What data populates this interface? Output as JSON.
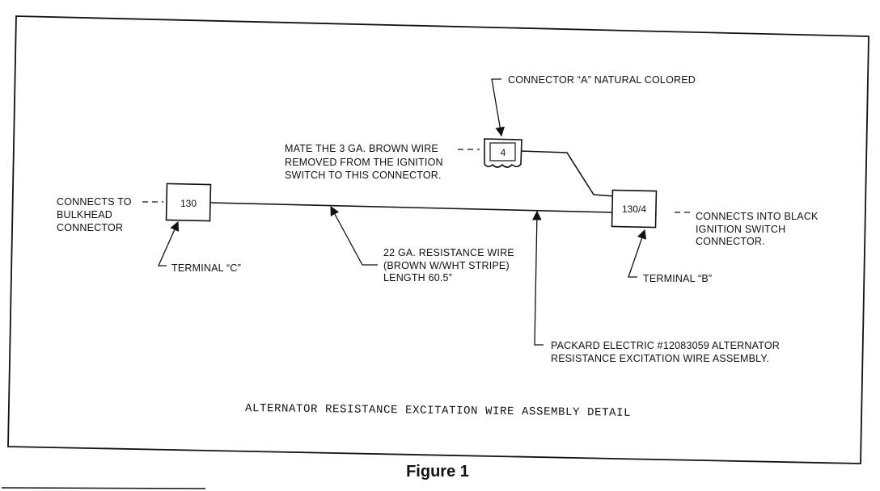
{
  "boxes": {
    "connector_c": "130",
    "connector_b": "130/4",
    "connector_a": "4"
  },
  "labels": {
    "connector_a": [
      "CONNECTOR “A” NATURAL COLORED"
    ],
    "mate_wire": [
      "MATE THE 3 GA. BROWN WIRE",
      "REMOVED FROM THE IGNITION",
      "SWITCH TO THIS CONNECTOR."
    ],
    "bulkhead": [
      "CONNECTS TO",
      "BULKHEAD",
      "CONNECTOR"
    ],
    "ignition_switch": [
      "CONNECTS INTO BLACK",
      "IGNITION SWITCH",
      "CONNECTOR."
    ],
    "terminal_c": [
      "TERMINAL “C”"
    ],
    "terminal_b": [
      "TERMINAL “B”"
    ],
    "resistance_wire": [
      "22 GA. RESISTANCE WIRE",
      "(BROWN W/WHT STRIPE)",
      "LENGTH 60.5”"
    ],
    "packard": [
      "PACKARD ELECTRIC #12083059 ALTERNATOR",
      "RESISTANCE EXCITATION WIRE ASSEMBLY."
    ]
  },
  "caption": "ALTERNATOR RESISTANCE EXCITATION WIRE ASSEMBLY DETAIL",
  "figure_title": "Figure 1"
}
